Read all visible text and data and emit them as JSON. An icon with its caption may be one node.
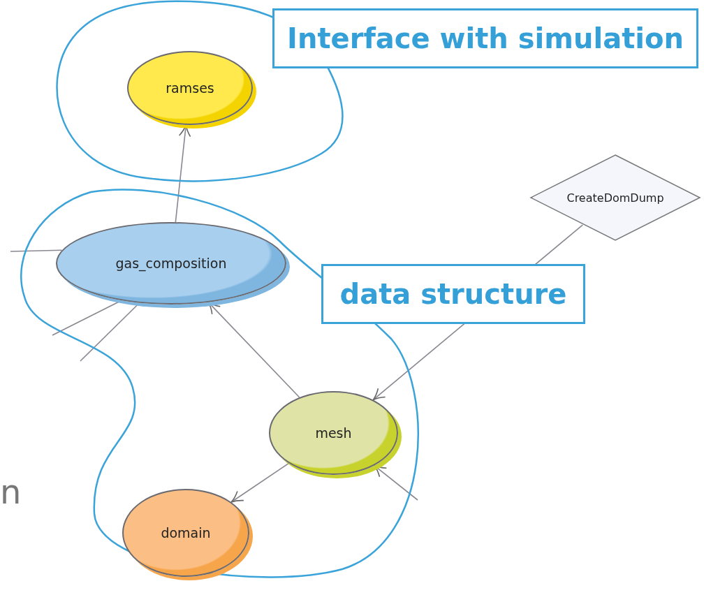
{
  "diagram": {
    "nodes": [
      {
        "text": [
          "Interface with simulation"
        ]
      },
      {
        "text": [
          "ramses"
        ],
        "in": 0
      },
      {
        "text": [
          "data structure"
        ]
      },
      {
        "text": [
          "gas_composition"
        ],
        "in": 2
      },
      {
        "text": [
          "mesh"
        ],
        "in": 2
      },
      {
        "text": [
          "domain"
        ],
        "in": 2
      },
      {
        "text": [
          "CreateDomDump"
        ]
      }
    ],
    "edges": [
      {
        "from": 3,
        "to": 1,
        "arrow": "to"
      },
      {
        "from": 4,
        "to": 3,
        "arrow": "to"
      },
      {
        "from": 6,
        "to": 4,
        "arrow": "to"
      },
      {
        "from": 4,
        "to": 5,
        "arrow": "to"
      },
      {
        "from": null,
        "to": 4,
        "arrow": "to"
      },
      {
        "from": 3,
        "to": null,
        "arrow": "none"
      },
      {
        "from": 3,
        "to": null,
        "arrow": "none"
      },
      {
        "from": 3,
        "to": null,
        "arrow": "none"
      }
    ],
    "labels": [
      "n"
    ]
  }
}
